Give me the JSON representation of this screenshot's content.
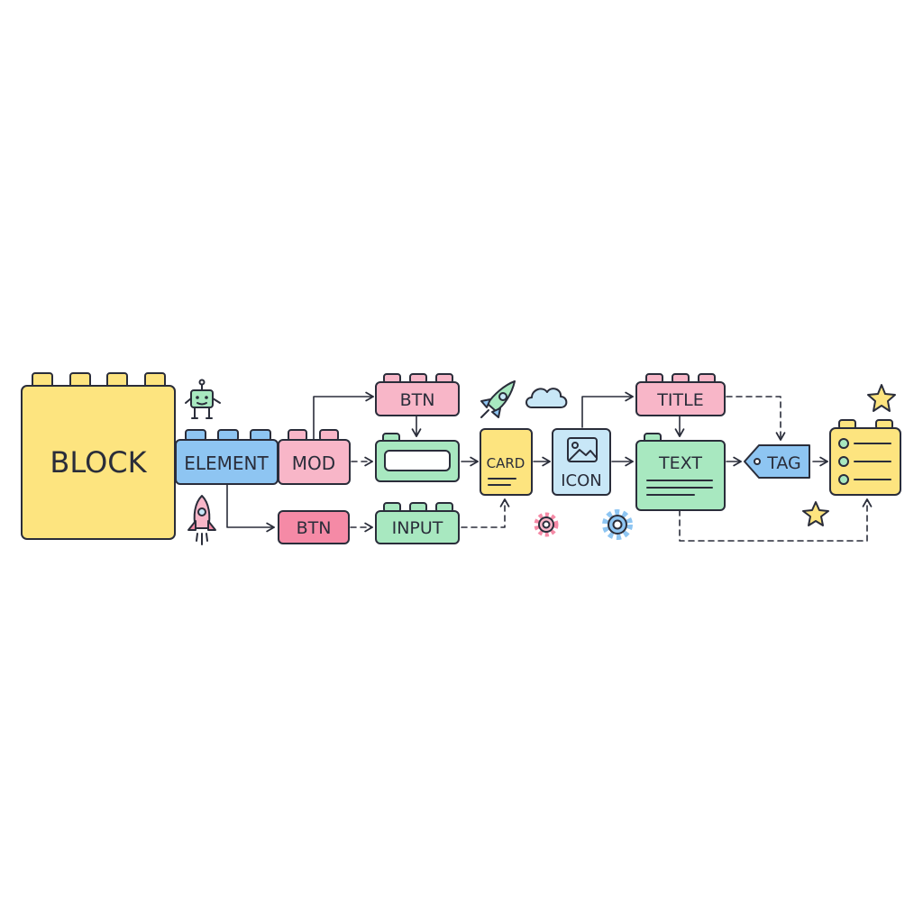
{
  "colors": {
    "yellow": "#fde47f",
    "blue": "#8ec5f2",
    "pink": "#f8b6c8",
    "hotpink": "#f58aa6",
    "green": "#a8e8c0",
    "lightblue": "#c8e7f7",
    "ink": "#2a2d3a"
  },
  "nodes": {
    "block": "BLOCK",
    "element": "ELEMENT",
    "mod": "MOD",
    "btn_top": "BTN",
    "btn_bottom": "BTN",
    "input": "INPUT",
    "card": "CARD",
    "icon": "ICON",
    "title": "TITLE",
    "text": "TEXT",
    "tag": "TAG"
  },
  "decorations": [
    "robot-icon",
    "rocket-icon",
    "cloud-icon",
    "gear-icon",
    "star-icon",
    "image-icon",
    "checklist-icon"
  ]
}
